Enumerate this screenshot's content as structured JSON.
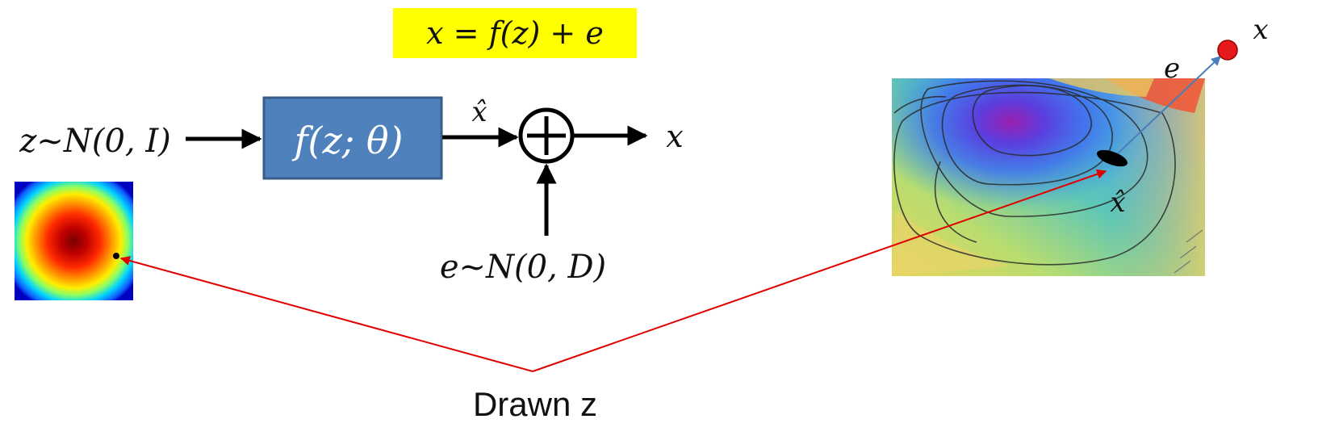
{
  "equation": {
    "text": "x = f(z) + e",
    "highlight_color": "#ffff00"
  },
  "block_diagram": {
    "input_label": "z~N(0, I)",
    "function_label": "f(z; θ)",
    "function_box_color": "#4f81bd",
    "intermediate_label": "x̂",
    "sum_symbol": "+",
    "noise_label": "e~N(0, D)",
    "output_label": "x"
  },
  "latent_panel": {
    "icon": "gaussian-heatmap",
    "point_icon": "sample-dot"
  },
  "manifold_panel": {
    "icon": "surface-plot-3d",
    "xhat_label": "x̂",
    "e_label": "e",
    "x_label": "x",
    "point_color": "#e41a1c",
    "noise_arrow_color": "#4a7ebb"
  },
  "annotation": {
    "text": "Drawn z",
    "arrow_color": "#e00000"
  }
}
